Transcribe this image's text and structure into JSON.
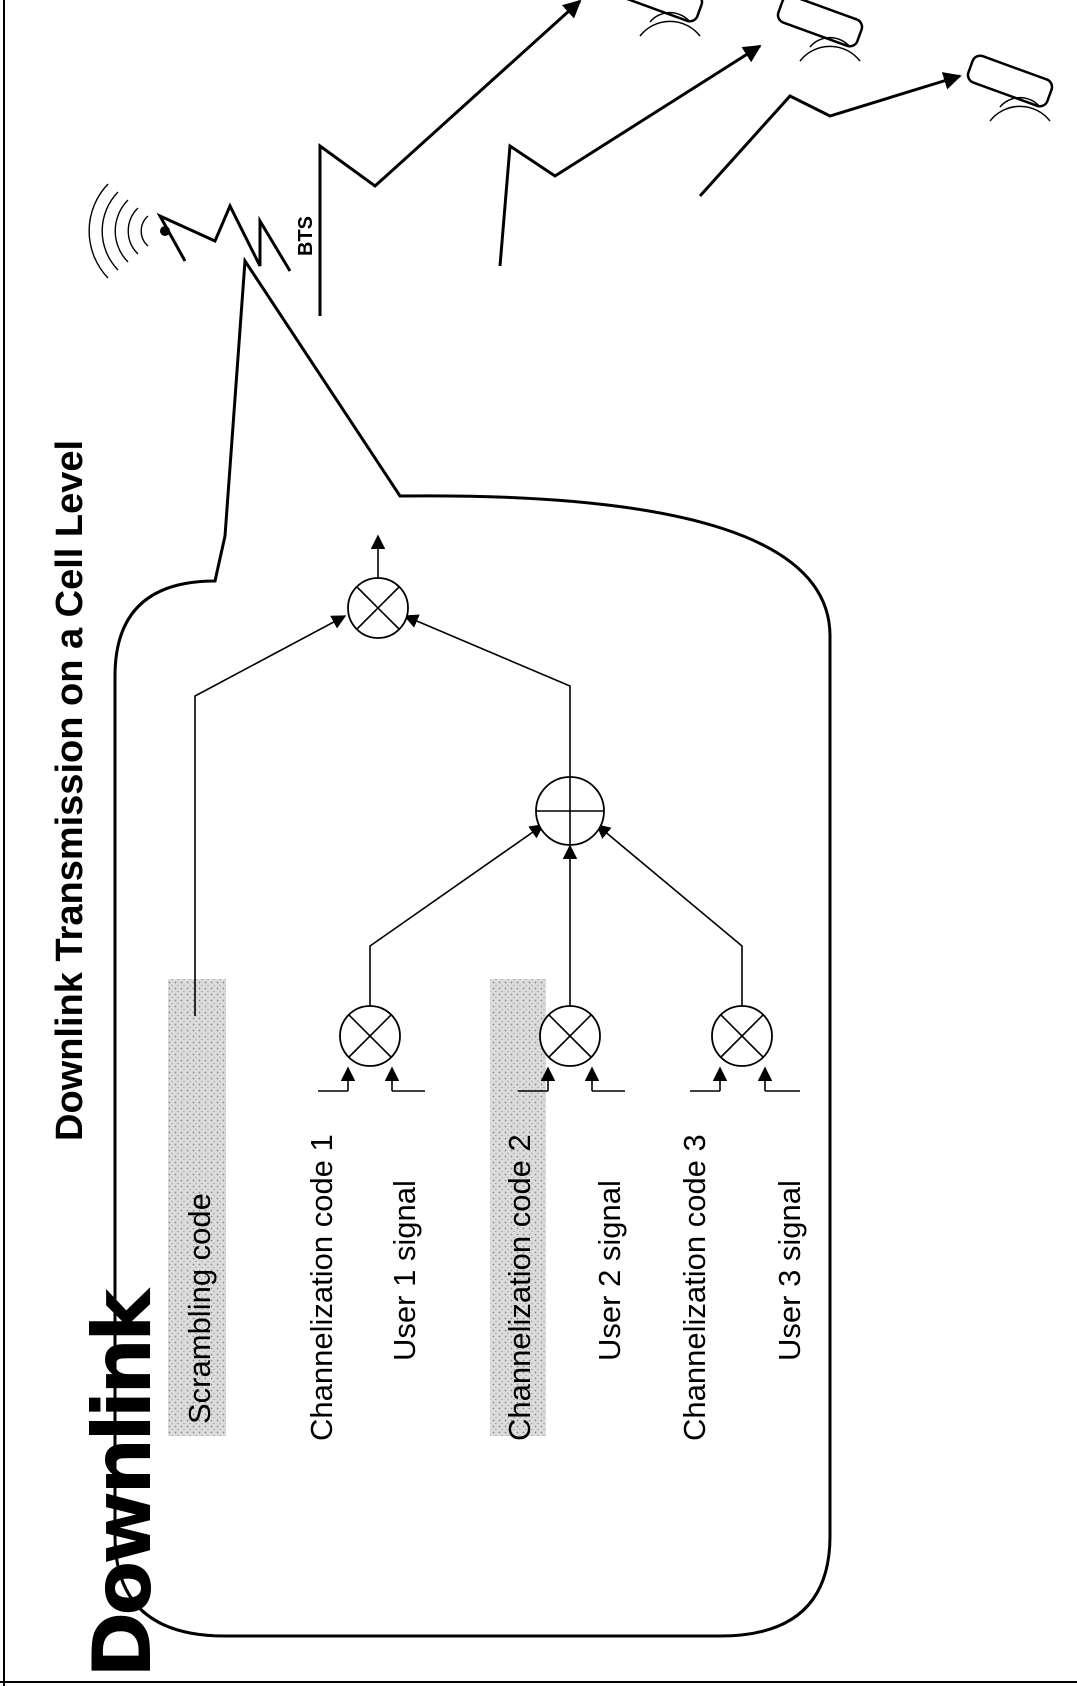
{
  "diagram": {
    "title": "Downlink Transmission on a Cell Level",
    "logo_text": "Downlink",
    "bts_label": "BTS",
    "inputs": {
      "scrambling": "Scrambling code",
      "chan1": "Channelization code 1",
      "user1": "User 1 signal",
      "chan2": "Channelization code 2",
      "user2": "User 2 signal",
      "chan3": "Channelization code 3",
      "user3": "User 3 signal"
    },
    "nodes": {
      "multiplier_icon": "multiplier-circle-x",
      "adder_icon": "adder-circle-plus",
      "antenna_icon": "antenna-tower-icon",
      "phone_icon": "mobile-phone-icon"
    },
    "colors": {
      "stroke": "#000000",
      "shaded_label": "#c9c9c9",
      "background": "#ffffff"
    }
  }
}
